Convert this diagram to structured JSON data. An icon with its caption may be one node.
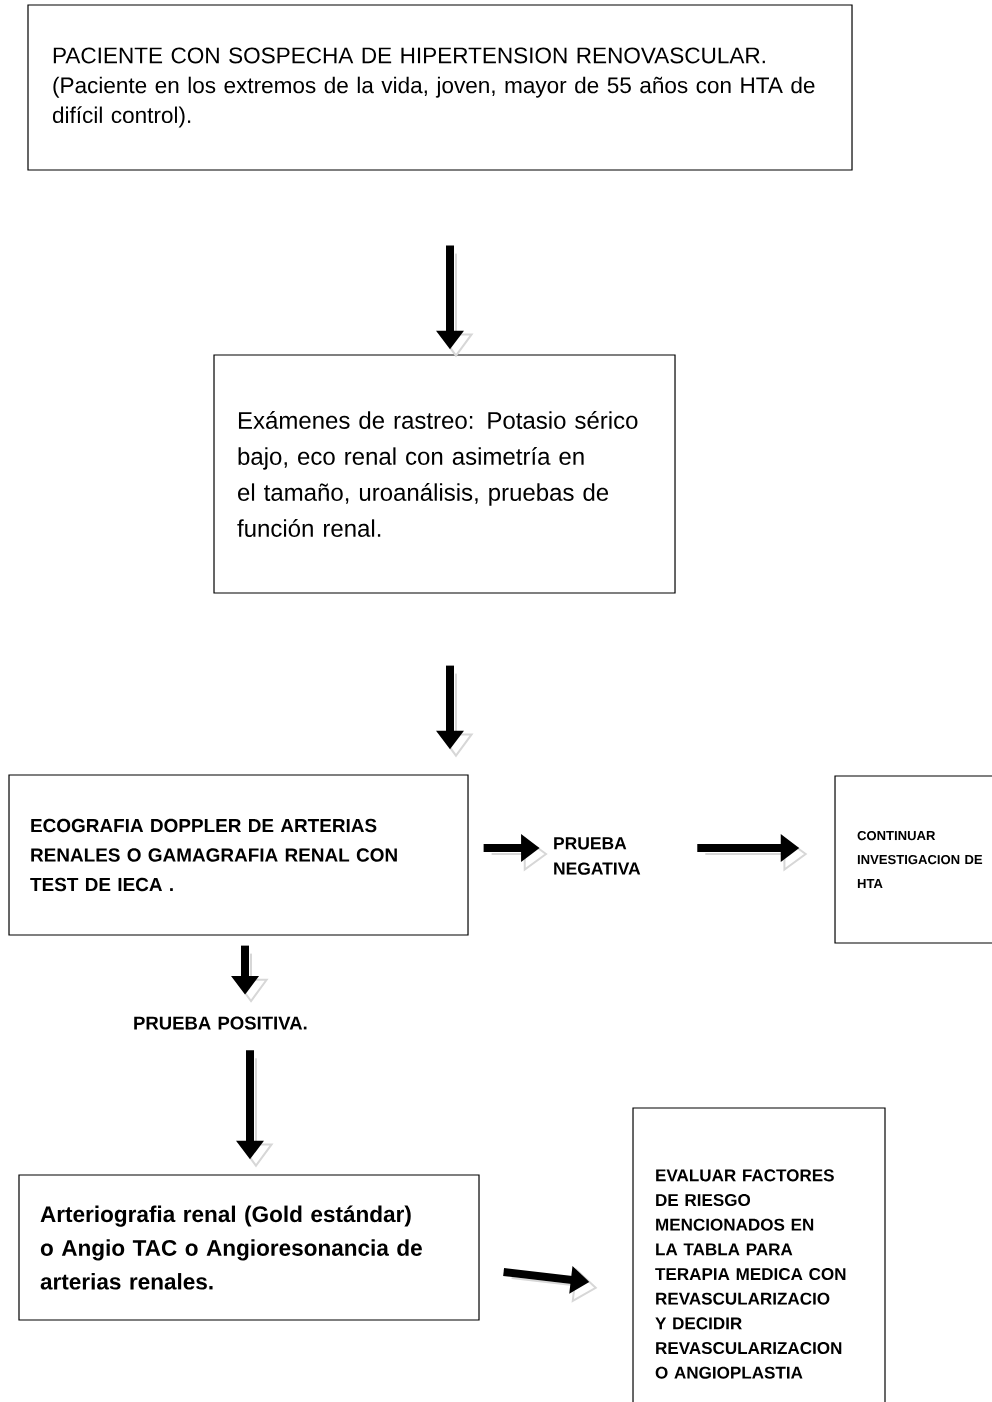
{
  "diagram": {
    "nodes": [
      {
        "text": [
          "PACIENTE CON SOSPECHA DE HIPERTENSION RENOVASCULAR. (Paciente en los extremos de la vida, joven, mayor de 55 años con HTA de difícil control)."
        ]
      },
      {
        "text": [
          "Exámenes de rastreo: Potasio sérico bajo, eco renal con asimetría en el tamaño, uroanálisis, pruebas de función renal."
        ]
      },
      {
        "text": [
          "ECOGRAFIA DOPPLER DE ARTERIAS RENALES O GAMAGRAFIA RENAL CON TEST DE IECA ."
        ]
      },
      {
        "text": [
          "PRUEBA NEGATIVA"
        ]
      },
      {
        "text": [
          "CONTINUAR INVESTIGACION DE HTA"
        ]
      },
      {
        "text": [
          "PRUEBA POSITIVA."
        ]
      },
      {
        "text": [
          "Arteriografia renal (Gold estándar) o Angio TAC o Angioresonancia de arterias renales."
        ]
      },
      {
        "text": [
          "EVALUAR FACTORES DE RIESGO MENCIONADOS EN LA TABLA PARA TERAPIA MEDICA CON REVASCULARIZACIO Y DECIDIR REVASCULARIZACION O ANGIOPLASTIA"
        ]
      }
    ],
    "edges": [
      {
        "from": 0,
        "to": 1,
        "arrow": "to"
      },
      {
        "from": 1,
        "to": 2,
        "arrow": "to"
      },
      {
        "from": 2,
        "to": 3,
        "arrow": "to"
      },
      {
        "from": 3,
        "to": 4,
        "arrow": "to"
      },
      {
        "from": 2,
        "to": 5,
        "arrow": "to"
      },
      {
        "from": 5,
        "to": 6,
        "arrow": "to"
      },
      {
        "from": 6,
        "to": 7,
        "arrow": "to"
      }
    ]
  }
}
